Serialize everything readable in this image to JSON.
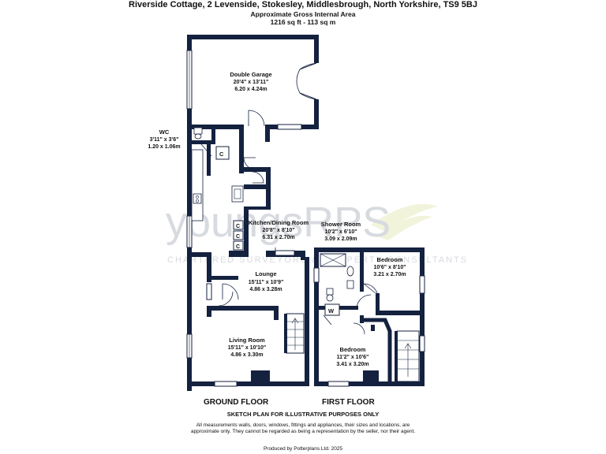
{
  "header": {
    "address": "Riverside Cottage, 2 Levenside, Stokesley, Middlesbrough, North Yorkshire, TS9 5BJ",
    "area_label": "Approximate Gross Internal Area",
    "area_value": "1216 sq ft - 113 sq m"
  },
  "rooms": {
    "garage": {
      "name": "Double Garage",
      "imperial": "20'4\" x 13'11\"",
      "metric": "6.20 x 4.24m"
    },
    "wc": {
      "name": "WC",
      "imperial": "3'11\" x 3'6\"",
      "metric": "1.20 x 1.06m"
    },
    "kitchen": {
      "name": "Kitchen/Dining Room",
      "imperial": "20'8\" x 8'10\"",
      "metric": "6.31 x 2.70m"
    },
    "lounge": {
      "name": "Lounge",
      "imperial": "15'11\" x 10'9\"",
      "metric": "4.86 x 3.28m"
    },
    "living": {
      "name": "Living Room",
      "imperial": "15'11\" x 10'10\"",
      "metric": "4.86 x 3.30m"
    },
    "shower": {
      "name": "Shower Room",
      "imperial": "10'2\" x 6'10\"",
      "metric": "3.09 x 2.09m"
    },
    "bedroom1": {
      "name": "Bedroom",
      "imperial": "10'6\" x 8'10\"",
      "metric": "3.21 x 2.70m"
    },
    "bedroom2": {
      "name": "Bedroom",
      "imperial": "11'2\" x 10'6\"",
      "metric": "3.41 x 3.20m"
    }
  },
  "markers": {
    "cupboard": "C",
    "wardrobe": "W"
  },
  "floors": {
    "ground": "GROUND FLOOR",
    "first": "FIRST FLOOR"
  },
  "watermark": {
    "brand": "youngsRPS",
    "tagline": "CHARTERED SURVEYORS & PROPERTY CONSULTANTS"
  },
  "footer": {
    "sketch": "SKETCH PLAN FOR ILLUSTRATIVE PURPOSES ONLY",
    "disclaimer": "All measurements walls, doors, windows, fittings and appliances, their sizes and locations, are approximate only. They cannot be regarded as being a representation by the seller, nor their agent.",
    "produced": "Produced by Potterplans Ltd. 2025"
  },
  "colors": {
    "wall": "#14213f",
    "watermark": "#b8bcc6",
    "watermark_accent": "#e6ecbf"
  }
}
